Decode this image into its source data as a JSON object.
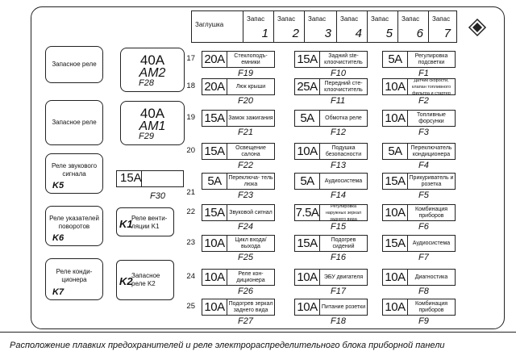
{
  "top_strip": {
    "plug": "Заглушка",
    "spares": [
      {
        "label": "Запас",
        "num": "1"
      },
      {
        "label": "Запас",
        "num": "2"
      },
      {
        "label": "Запас",
        "num": "3"
      },
      {
        "label": "Запас",
        "num": "4"
      },
      {
        "label": "Запас",
        "num": "5"
      },
      {
        "label": "Запас",
        "num": "6"
      },
      {
        "label": "Запас",
        "num": "7"
      }
    ]
  },
  "relays": [
    {
      "text": "Запасное реле",
      "k": ""
    },
    {
      "text": "Запасное реле",
      "k": ""
    },
    {
      "text": "Реле звукового сигнала",
      "k": "K5"
    },
    {
      "text": "Реле указателей поворотов",
      "k": "K6"
    },
    {
      "text": "Реле конди- ционера",
      "k": "K7"
    }
  ],
  "big_fuses": [
    {
      "amp": "40A",
      "code": "AM2",
      "f": "F28"
    },
    {
      "amp": "40A",
      "code": "AM1",
      "f": "F29"
    }
  ],
  "f30": {
    "amp": "15A",
    "f": "F30",
    "row": "21"
  },
  "k1": {
    "k": "K1",
    "text": "Реле венти- ляции K1"
  },
  "k2": {
    "k": "K2",
    "text": "Запасное реле K2"
  },
  "row_numbers": [
    "17",
    "18",
    "19",
    "20",
    "21",
    "22",
    "23",
    "24",
    "25"
  ],
  "fuses": [
    {
      "amp": "20A",
      "desc": "Стеклоподъ- емники",
      "f": "F19"
    },
    {
      "amp": "20A",
      "desc": "Люк крыши",
      "f": "F20"
    },
    {
      "amp": "15A",
      "desc": "Замок зажигания",
      "f": "F21"
    },
    {
      "amp": "15A",
      "desc": "Освещение салона",
      "f": "F22"
    },
    {
      "amp": "5A",
      "desc": "Переключа- тель люка",
      "f": "F23"
    },
    {
      "amp": "15A",
      "desc": "Звуковой сигнал",
      "f": "F24"
    },
    {
      "amp": "10A",
      "desc": "Цикл входа/ выхода",
      "f": "F25"
    },
    {
      "amp": "10A",
      "desc": "Реле кон- диционера",
      "f": "F26"
    },
    {
      "amp": "10A",
      "desc": "Подогрев зеркал заднего вида",
      "f": "F27"
    },
    {
      "amp": "15A",
      "desc": "Задний ste- клоочиститель",
      "f": "F10"
    },
    {
      "amp": "25A",
      "desc": "Передний сте- клоочиститель",
      "f": "F11"
    },
    {
      "amp": "5A",
      "desc": "Обмотка реле",
      "f": "F12"
    },
    {
      "amp": "10A",
      "desc": "Подушка безопасности",
      "f": "F13"
    },
    {
      "amp": "5A",
      "desc": "Аудиосистема",
      "f": "F14"
    },
    {
      "amp": "7.5A",
      "desc": "Регулировка наружных зеркал заднего вида",
      "f": "F15"
    },
    {
      "amp": "15A",
      "desc": "Подогрев сидений",
      "f": "F16"
    },
    {
      "amp": "10A",
      "desc": "ЭБУ двигателя",
      "f": "F17"
    },
    {
      "amp": "10A",
      "desc": "Питание розетки",
      "f": "F18"
    },
    {
      "amp": "5A",
      "desc": "Регулировка подсветки",
      "f": "F1"
    },
    {
      "amp": "10A",
      "desc": "Датчик скорости, клапан топливного фильтра и стартер",
      "f": "F2"
    },
    {
      "amp": "10A",
      "desc": "Топливные форсунки",
      "f": "F3"
    },
    {
      "amp": "5A",
      "desc": "Переключатель кондиционера",
      "f": "F4"
    },
    {
      "amp": "15A",
      "desc": "Прикуриватель и розетка",
      "f": "F5"
    },
    {
      "amp": "10A",
      "desc": "Комбинация приборов",
      "f": "F6"
    },
    {
      "amp": "15A",
      "desc": "Аудиосистема",
      "f": "F7"
    },
    {
      "amp": "10A",
      "desc": "Диагностика",
      "f": "F8"
    },
    {
      "amp": "10A",
      "desc": "Комбинация приборов",
      "f": "F9"
    }
  ],
  "caption": "Расположение плавких предохранителей и реле электрораспределительного блока приборной панели"
}
